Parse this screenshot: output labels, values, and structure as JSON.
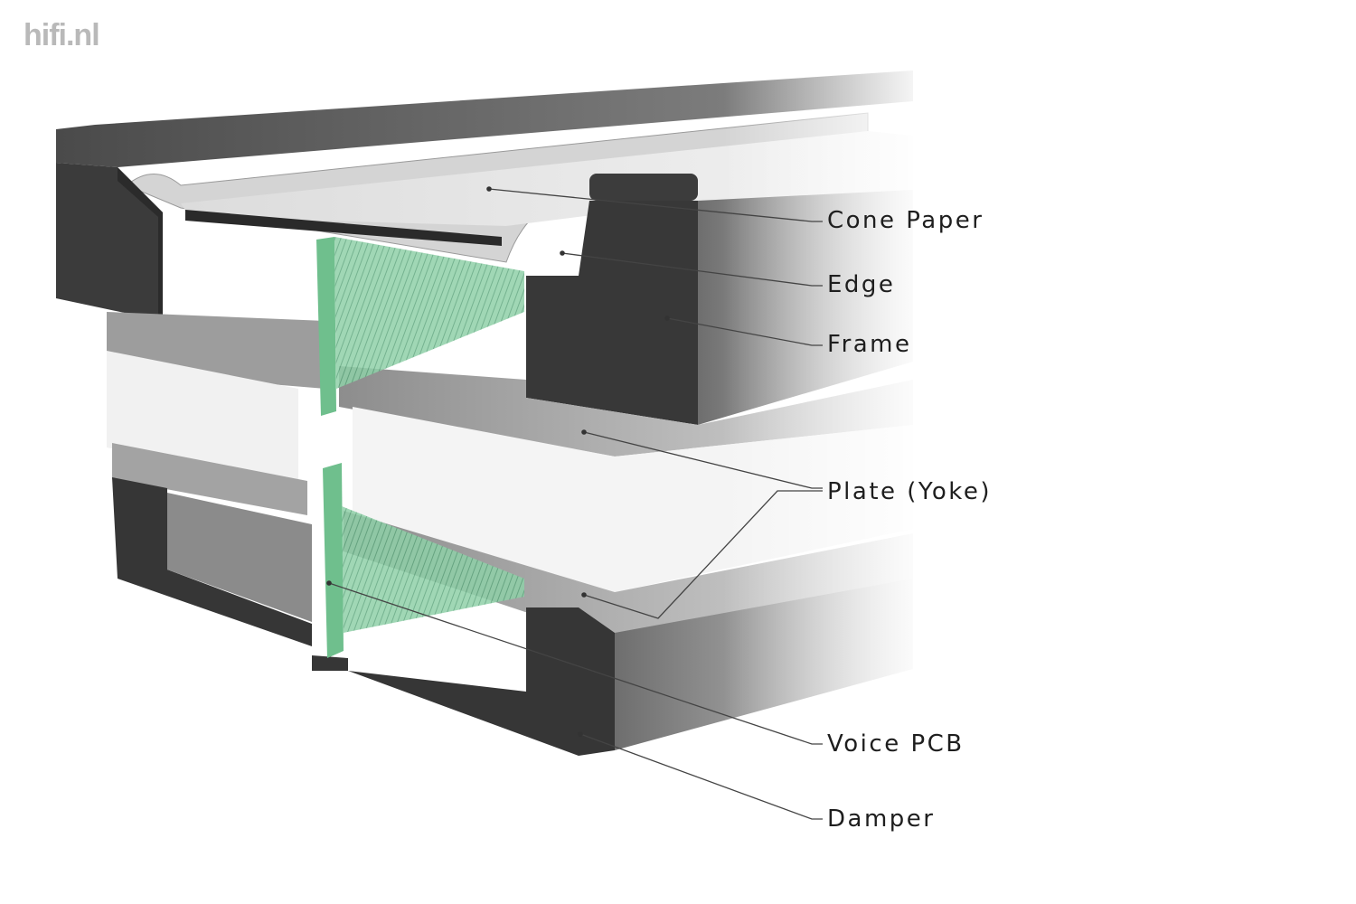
{
  "watermark": "hifi.nl",
  "labels": {
    "cone_paper": "Cone Paper",
    "edge": "Edge",
    "frame": "Frame",
    "plate": "Plate (Yoke)",
    "voice_pcb": "Voice PCB",
    "damper": "Damper"
  },
  "colors": {
    "frame_dark": "#3a3a3a",
    "plate_silver": "#c9c9c9",
    "magnet_white": "#f3f3f3",
    "voice_pcb_green": "#7fc79a",
    "cone_paper": "#e6e6e6"
  }
}
